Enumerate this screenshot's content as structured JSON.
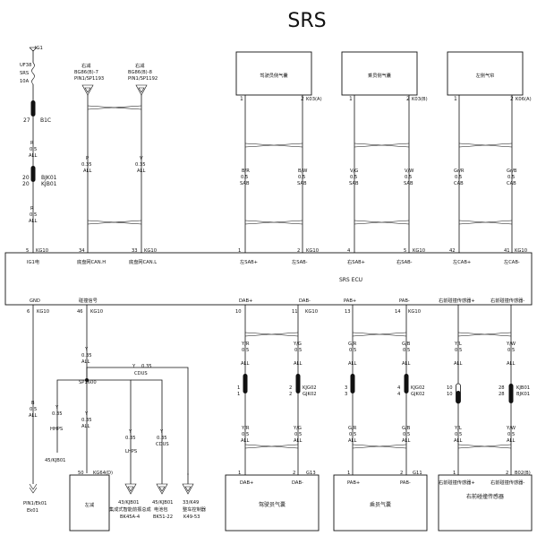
{
  "title": "SRS",
  "power": {
    "ig1": "IG1",
    "fuse_code": "UF38",
    "fuse_name": "SRS",
    "fuse_rating": "10A",
    "conn_pin": "27",
    "conn_name": "B1C",
    "wire": [
      "R",
      "0.5",
      "ALL"
    ],
    "joint_pins": [
      "20",
      "20"
    ],
    "joint_names": [
      "BJK01",
      "KJB01"
    ],
    "wire2": [
      "R",
      "0.5",
      "ALL"
    ]
  },
  "can_sources": [
    {
      "side": "右减",
      "conn": "BG86(B)-7",
      "pin": "PIN1/SP1193",
      "wire": [
        "P",
        "0.35",
        "ALL"
      ]
    },
    {
      "side": "右减",
      "conn": "BG86(B)-8",
      "pin": "PIN1/SP1192",
      "wire": [
        "V",
        "0.35",
        "ALL"
      ]
    }
  ],
  "airbags_top": [
    {
      "label": "驾驶员侧气囊",
      "conn": "K03(A)",
      "w1": [
        "B/R",
        "0.5",
        "SAB"
      ],
      "w2": [
        "B/W",
        "0.5",
        "SAB"
      ],
      "p1": "1",
      "p2": "2"
    },
    {
      "label": "乘员侧气囊",
      "conn": "K03(B)",
      "w1": [
        "V/G",
        "0.5",
        "SAB"
      ],
      "w2": [
        "V/W",
        "0.5",
        "SAB"
      ],
      "p1": "1",
      "p2": "2"
    },
    {
      "label": "左侧气帘",
      "conn": "K06(A)",
      "w1": [
        "Gr/R",
        "0.5",
        "CAB"
      ],
      "w2": [
        "Gr/B",
        "0.5",
        "CAB"
      ],
      "p1": "1",
      "p2": "2"
    }
  ],
  "ecu": {
    "name": "SRS ECU",
    "top_pins": [
      {
        "num": "5",
        "conn": "KG10",
        "label": "IG1电"
      },
      {
        "num": "34",
        "conn": "",
        "label": "底盘网CAN.H"
      },
      {
        "num": "33",
        "conn": "KG10",
        "label": "底盘网CAN.L"
      },
      {
        "num": "1",
        "conn": "",
        "label": "左SAB+"
      },
      {
        "num": "2",
        "conn": "KG10",
        "label": "左SAB-"
      },
      {
        "num": "4",
        "conn": "",
        "label": "右SAB+"
      },
      {
        "num": "5",
        "conn": "KG10",
        "label": "右SAB-"
      },
      {
        "num": "42",
        "conn": "",
        "label": "左CAB+"
      },
      {
        "num": "41",
        "conn": "KG10",
        "label": "左CAB-"
      }
    ],
    "bottom_pins": [
      {
        "num": "6",
        "conn": "KG10",
        "label": "GND"
      },
      {
        "num": "46",
        "conn": "KG10",
        "label": "碰撞信号"
      },
      {
        "num": "10",
        "conn": "",
        "label": "DAB+"
      },
      {
        "num": "11",
        "conn": "KG10",
        "label": "DAB-"
      },
      {
        "num": "13",
        "conn": "",
        "label": "PAB+"
      },
      {
        "num": "14",
        "conn": "KG10",
        "label": "PAB-"
      },
      {
        "num": "",
        "conn": "",
        "label": "右前碰撞传感器+"
      },
      {
        "num": "",
        "conn": "",
        "label": "右前碰撞传感器-"
      }
    ]
  },
  "ground": {
    "wire": [
      "B",
      "0.5",
      "ALL"
    ],
    "pin": "PIN1/Ek01",
    "conn": "Ek01"
  },
  "crash": {
    "wire": [
      "Y",
      "0.35",
      "ALL"
    ],
    "splice": "SP1600",
    "wire_top": [
      "Y",
      "0.35",
      "CDUS"
    ],
    "wire_hhps": [
      "Y",
      "0.35",
      "HHPS"
    ],
    "hhps_conn": "45/KJB01",
    "wire_mid": [
      "Y",
      "0.35",
      "ALL"
    ],
    "wire_lhps": [
      "Y",
      "0.35",
      "LHPS"
    ],
    "wire_cdus": [
      "Y",
      "0.35",
      "CDUS"
    ],
    "box_label": "左减",
    "box_pin": "50",
    "box_conn": "KG64(D)",
    "targets": [
      {
        "pin": "43/KJB01",
        "name": "集成式智能前振总成",
        "conn": "BK45A-4"
      },
      {
        "pin": "45/KJB01",
        "name": "电池包",
        "conn": "BK51-22"
      },
      {
        "pin": "33/K49",
        "name": "整车控制器",
        "conn": "K49-53"
      }
    ]
  },
  "bottom_wires": [
    {
      "w": [
        "Y/R",
        "0.5",
        "ALL"
      ],
      "plug_pin": "1",
      "plug_num": "1"
    },
    {
      "w": [
        "Y/G",
        "0.5",
        "ALL"
      ],
      "plug_pin": "2",
      "plug_num": "2",
      "conn": [
        "KJG02",
        "GJK02"
      ]
    },
    {
      "w": [
        "G/R",
        "0.5",
        "ALL"
      ],
      "plug_pin": "3",
      "plug_num": "3"
    },
    {
      "w": [
        "G/B",
        "0.5",
        "ALL"
      ],
      "plug_pin": "4",
      "plug_num": "4",
      "conn": [
        "KJG02",
        "GJK02"
      ]
    },
    {
      "w": [
        "Y/L",
        "0.5",
        "ALL"
      ],
      "plug_pin": "10",
      "plug_num": "10"
    },
    {
      "w": [
        "Y/W",
        "0.5",
        "ALL"
      ],
      "plug_pin": "28",
      "plug_num": "28",
      "conn": [
        "KJB01",
        "BJK01"
      ]
    }
  ],
  "bottom_wires2": [
    [
      "Y/R",
      "0.5",
      "ALL"
    ],
    [
      "Y/G",
      "0.5",
      "ALL"
    ],
    [
      "G/R",
      "0.5",
      "ALL"
    ],
    [
      "G/B",
      "0.5",
      "ALL"
    ],
    [
      "Y/L",
      "0.5",
      "ALL"
    ],
    [
      "Y/W",
      "0.5",
      "ALL"
    ]
  ],
  "bottom_boxes": [
    {
      "label": "驾驶员气囊",
      "p1": "DAB+",
      "p2": "DAB-",
      "n1": "1",
      "n2": "2",
      "conn": "G13"
    },
    {
      "label": "乘员气囊",
      "p1": "PAB+",
      "p2": "PAB-",
      "n1": "1",
      "n2": "2",
      "conn": "G11"
    },
    {
      "label": "右前碰撞传感器",
      "p1": "右前碰撞传感器+",
      "p2": "右前碰撞传感器-",
      "n1": "1",
      "n2": "2",
      "conn": "B02(B)"
    }
  ]
}
